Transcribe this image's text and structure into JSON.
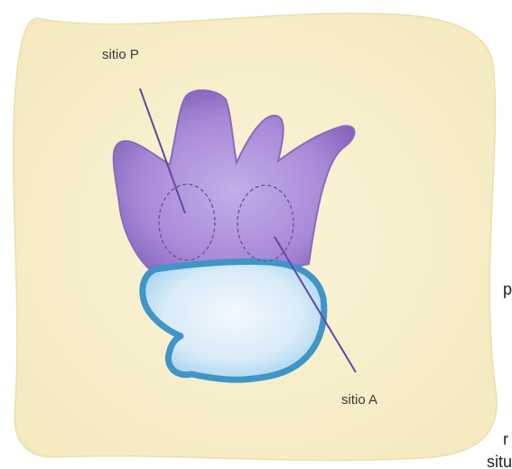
{
  "labels": {
    "site_p": "sitio P",
    "site_a": "sitio A"
  },
  "edge_fragments": {
    "right_upper": "p",
    "right_lower": "r",
    "bottom": "situ"
  },
  "colors": {
    "card_fill": "#f8efcb",
    "card_edge": "#e7dcae",
    "large_subunit_outer": "#7a5aa8",
    "large_subunit_inner": "#b29be0",
    "small_subunit_outer": "#4aa0cf",
    "small_subunit_inner": "#e6f2fb",
    "pointer_line": "#5d4ba0",
    "site_outline": "#6b5596"
  }
}
